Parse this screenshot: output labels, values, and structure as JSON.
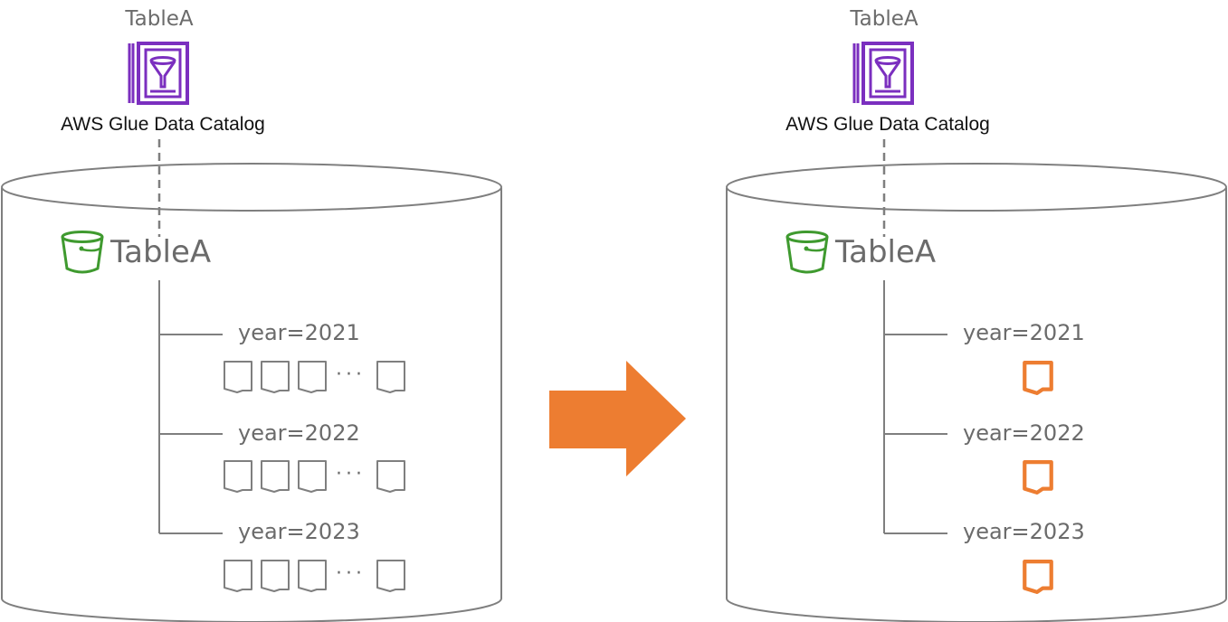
{
  "colors": {
    "glue": "#7b2fbf",
    "s3": "#3f9a2f",
    "arrow": "#ed7d31",
    "file_merged": "#ed7d31",
    "file_small": "#7f7f7f",
    "line": "#7f7f7f"
  },
  "before": {
    "catalog_table": "TableA",
    "catalog_label": "AWS Glue Data Catalog",
    "catalog_icon": "glue-data-catalog-icon",
    "bucket_icon": "s3-bucket-icon",
    "bucket_label": "TableA",
    "partitions": [
      {
        "label": "year=2021",
        "ellipsis": "···"
      },
      {
        "label": "year=2022",
        "ellipsis": "···"
      },
      {
        "label": "year=2023",
        "ellipsis": "···"
      }
    ]
  },
  "arrow_icon": "right-arrow-icon",
  "after": {
    "catalog_table": "TableA",
    "catalog_label": "AWS Glue Data Catalog",
    "catalog_icon": "glue-data-catalog-icon",
    "bucket_icon": "s3-bucket-icon",
    "bucket_label": "TableA",
    "partitions": [
      {
        "label": "year=2021"
      },
      {
        "label": "year=2022"
      },
      {
        "label": "year=2023"
      }
    ]
  }
}
